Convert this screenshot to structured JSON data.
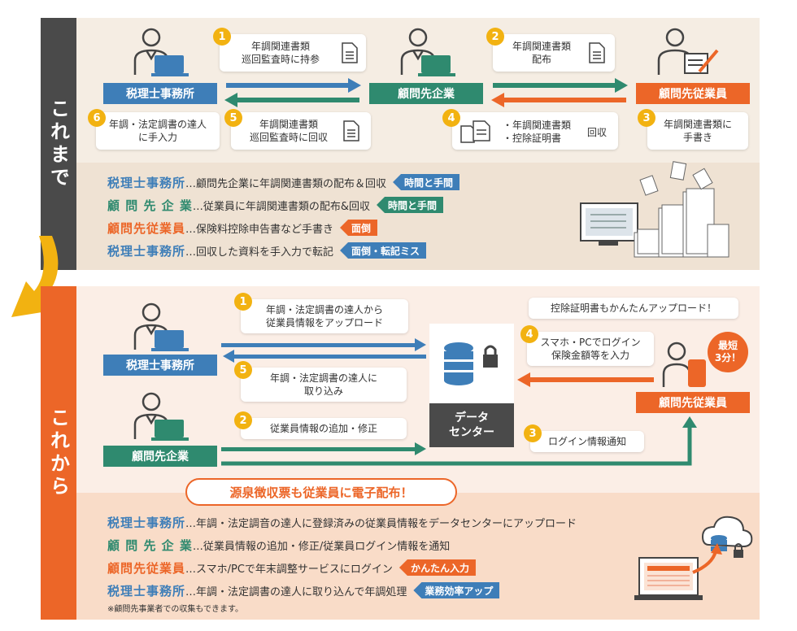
{
  "before": {
    "tab_label": "これまで",
    "roles": {
      "tax_office": "税理士事務所",
      "client_company": "顧問先企業",
      "client_employee": "顧問先従業員"
    },
    "steps": [
      {
        "num": "1",
        "text": "年調関連書類\n巡回監査時に持参"
      },
      {
        "num": "2",
        "text": "年調関連書類\n配布"
      },
      {
        "num": "3",
        "text": "年調関連書類に\n手書き"
      },
      {
        "num": "4",
        "text_items": "・年調関連書類\n・控除証明書",
        "text_suffix": "回収"
      },
      {
        "num": "5",
        "text": "年調関連書類\n巡回監査時に回収"
      },
      {
        "num": "6",
        "text": "年調・法定調書の達人\nに手入力"
      }
    ],
    "summary": [
      {
        "who": "税理士事務所",
        "desc": "…顧問先企業に年調関連書類の配布＆回収",
        "tag": "時間と手間"
      },
      {
        "who": "顧 問 先 企 業",
        "desc": "…従業員に年調関連書類の配布&回収",
        "tag": "時間と手間"
      },
      {
        "who": "顧問先従業員",
        "desc": "…保険料控除申告書など手書き",
        "tag": "面倒"
      },
      {
        "who": "税理士事務所",
        "desc": "…回収した資料を手入力で転記",
        "tag": "面倒・転記ミス"
      }
    ]
  },
  "after": {
    "tab_label": "これから",
    "roles": {
      "tax_office": "税理士事務所",
      "client_company": "顧問先企業",
      "client_employee": "顧問先従業員"
    },
    "data_center": "データ\nセンター",
    "steps": [
      {
        "num": "1",
        "text": "年調・法定調書の達人から\n従業員情報をアップロード"
      },
      {
        "num": "2",
        "text": "従業員情報の追加・修正"
      },
      {
        "num": "3",
        "text": "ログイン情報通知"
      },
      {
        "num": "4",
        "text": "スマホ・PCでログイン\n保険金額等を入力"
      },
      {
        "num": "5",
        "text": "年調・法定調書の達人に\n取り込み"
      }
    ],
    "callout_upload": "控除証明書もかんたんアップロード！",
    "badge": "最短\n3分！",
    "headline": "源泉徴収票も従業員に電子配布！",
    "summary": [
      {
        "who": "税理士事務所",
        "desc": "…年調・法定調音の達人に登録済みの従業員情報をデータセンターにアップロード",
        "tag": ""
      },
      {
        "who": "顧 問 先 企 業",
        "desc": "…従業員情報の追加・修正/従業員ログイン情報を通知",
        "tag": ""
      },
      {
        "who": "顧問先従業員",
        "desc": "…スマホ/PCで年末調整サービスにログイン",
        "tag": "かんたん入力"
      },
      {
        "who": "税理士事務所",
        "desc": "…年調・法定調書の達人に取り込んで年調処理",
        "tag": "業務効率アップ"
      }
    ],
    "footnote": "※顧問先事業者での収集もできます。"
  },
  "colors": {
    "blue": "#3e7eb8",
    "green": "#2f8a6f",
    "orange": "#ec6628",
    "yellow": "#f2b211",
    "gray_tab": "#4a4a4a"
  }
}
